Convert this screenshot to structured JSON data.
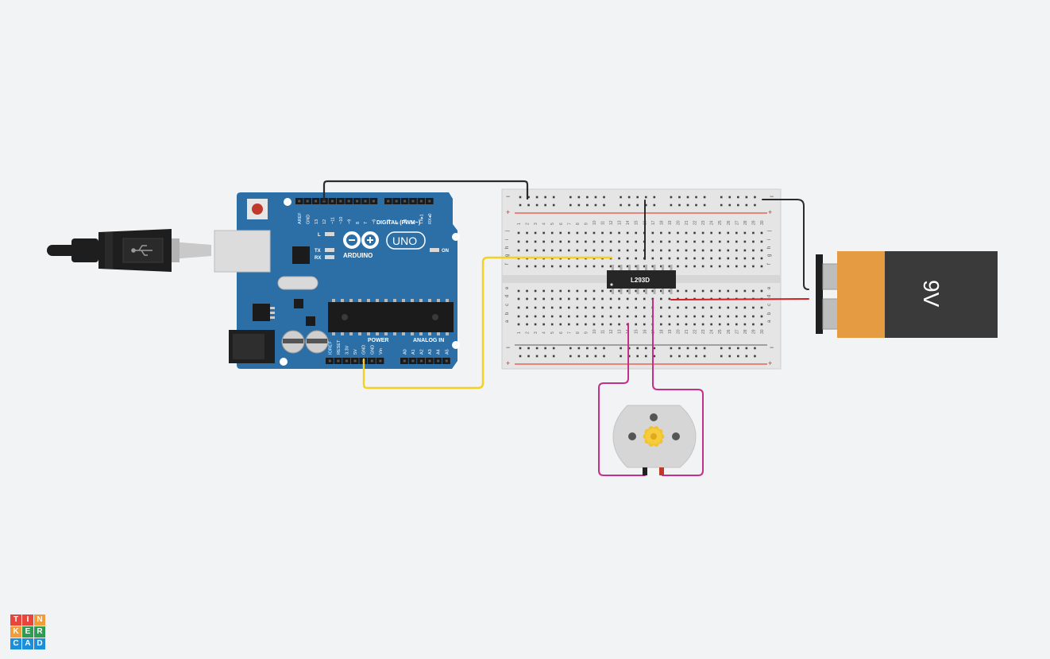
{
  "arduino": {
    "logo_text": "ARDUINO",
    "model": "UNO",
    "digital_header": "DIGITAL (PWM~)",
    "digital_pins": [
      "AREF",
      "GND",
      "13",
      "12",
      "~11",
      "~10",
      "~9",
      "8",
      "7",
      "~6",
      "~5",
      "4",
      "~3",
      "2",
      "TX▸1",
      "RX◂0"
    ],
    "power_header": "POWER",
    "power_pins": [
      "IOREF",
      "RESET",
      "3.3V",
      "5V",
      "GND",
      "GND",
      "Vin"
    ],
    "analog_header": "ANALOG IN",
    "analog_pins": [
      "A0",
      "A1",
      "A2",
      "A3",
      "A4",
      "A5"
    ],
    "led_l": "L",
    "led_tx": "TX",
    "led_rx": "RX",
    "led_on": "ON"
  },
  "breadboard": {
    "row_letters_top": [
      "f",
      "g",
      "h",
      "i",
      "j"
    ],
    "row_letters_bottom": [
      "a",
      "b",
      "c",
      "d",
      "e"
    ],
    "columns": 30
  },
  "ic": {
    "label": "L293D"
  },
  "battery": {
    "label": "9V"
  },
  "logo": {
    "letters": [
      "T",
      "I",
      "N",
      "K",
      "E",
      "R",
      "C",
      "A",
      "D"
    ]
  },
  "colors": {
    "board": "#2c6ea6",
    "wire_black": "#2b2b2b",
    "wire_yellow": "#f5d020",
    "wire_red": "#d32020",
    "wire_magenta": "#c42f8a",
    "battery_orange": "#e59b42",
    "battery_dark": "#3a3a3a",
    "logo_tiles": [
      "#e8463c",
      "#e8463c",
      "#f39c3a",
      "#f39c3a",
      "#2f9c53",
      "#2f9c53",
      "#1d8fd8",
      "#1d8fd8",
      "#1d8fd8"
    ]
  }
}
